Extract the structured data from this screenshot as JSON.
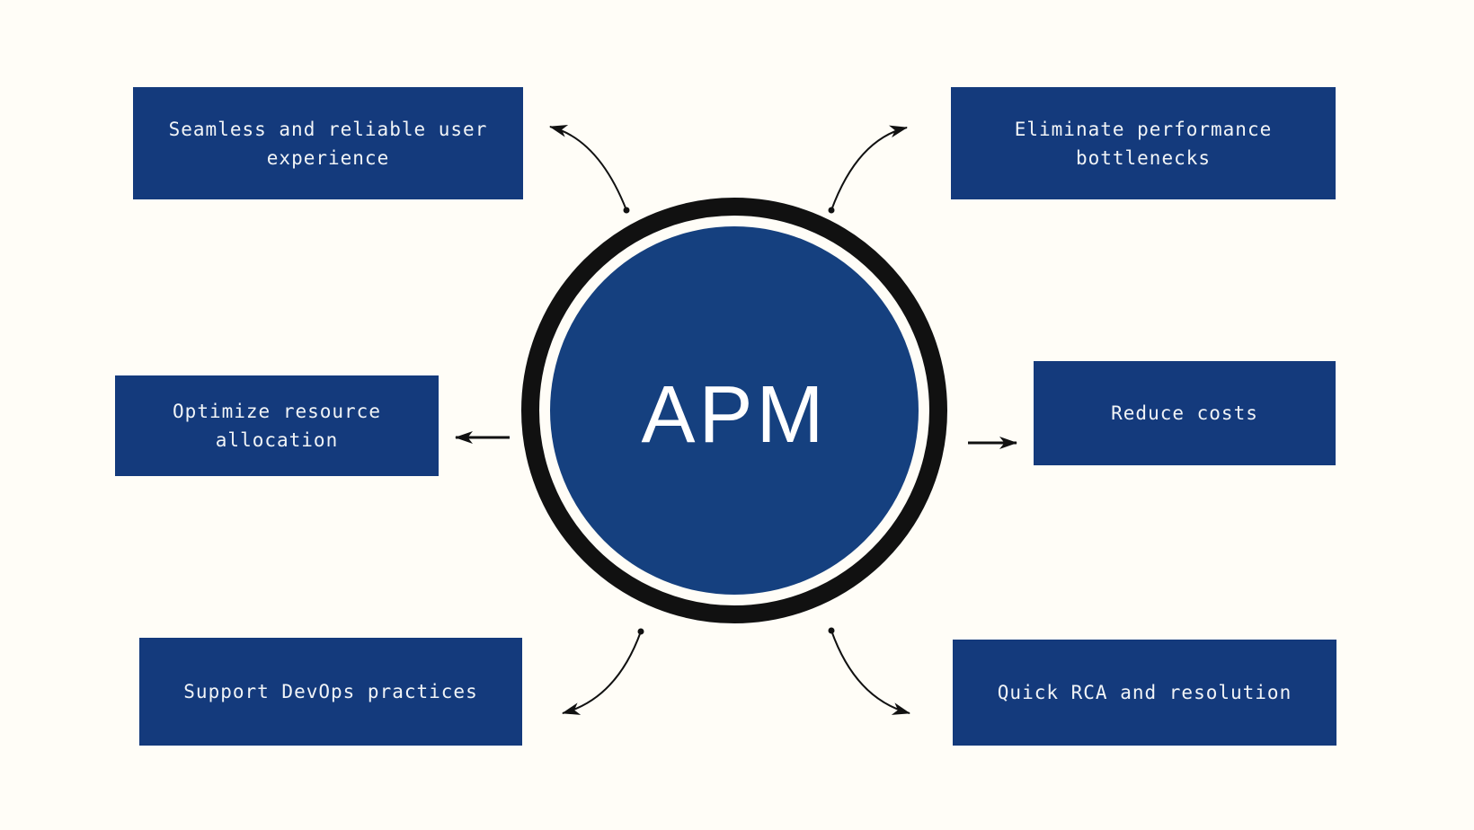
{
  "diagram": {
    "type": "hub-and-spoke",
    "center": {
      "label": "APM"
    },
    "boxes": [
      {
        "id": "top-left",
        "label": "Seamless and reliable user experience"
      },
      {
        "id": "top-right",
        "label": "Eliminate performance bottlenecks"
      },
      {
        "id": "mid-left",
        "label": "Optimize resource allocation"
      },
      {
        "id": "mid-right",
        "label": "Reduce costs"
      },
      {
        "id": "bottom-left",
        "label": "Support DevOps practices"
      },
      {
        "id": "bottom-right",
        "label": "Quick RCA and resolution"
      }
    ],
    "arrows": [
      {
        "from": "center",
        "to": "top-left",
        "style": "curved"
      },
      {
        "from": "center",
        "to": "top-right",
        "style": "curved"
      },
      {
        "from": "center",
        "to": "mid-left",
        "style": "straight"
      },
      {
        "from": "center",
        "to": "mid-right",
        "style": "straight"
      },
      {
        "from": "center",
        "to": "bottom-left",
        "style": "curved"
      },
      {
        "from": "center",
        "to": "bottom-right",
        "style": "curved"
      }
    ]
  },
  "colors": {
    "bg": "#fffdf7",
    "box-blue": "#143a7c",
    "circle-blue": "#15407f",
    "ink-black": "#111111",
    "text-light": "#f1f4f7"
  }
}
